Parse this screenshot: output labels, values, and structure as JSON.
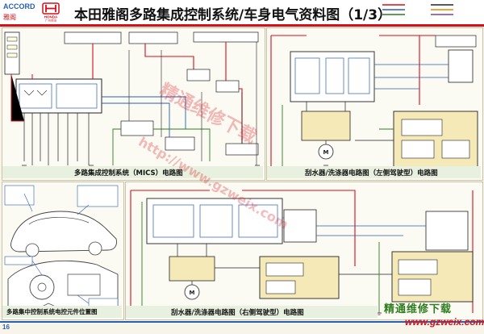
{
  "header": {
    "brand": "ACCORD",
    "model": "雅阁",
    "logo_text": "HONDA",
    "logo_sub": "广州本田",
    "title": "本田雅阁多路集成控制系统/车身电气资料图（1/3）"
  },
  "captions": {
    "panel_mics": "多路集成控制系统（MICS）电路图",
    "panel_wiper_left": "刮水器/洗涤器电路图（左侧驾驶型）电路图",
    "panel_locations": "多路集中控制系统电控元件位置图",
    "panel_wiper_right": "刮水器/洗涤器电路图（右侧驾驶型）电路图"
  },
  "footer": {
    "page_number": "16",
    "watermark_cn": "精通维修下载",
    "watermark_url": "www.gzweix.com"
  },
  "watermarks": {
    "diag1": "精通维修下载",
    "diag2": "http://www.gzweix.com"
  },
  "colors": {
    "red": "#d60f1a",
    "blue": "#2a5fb0",
    "green": "#2e7d1f",
    "wire_black": "#222222",
    "module_fill": "#f6e9b8"
  }
}
